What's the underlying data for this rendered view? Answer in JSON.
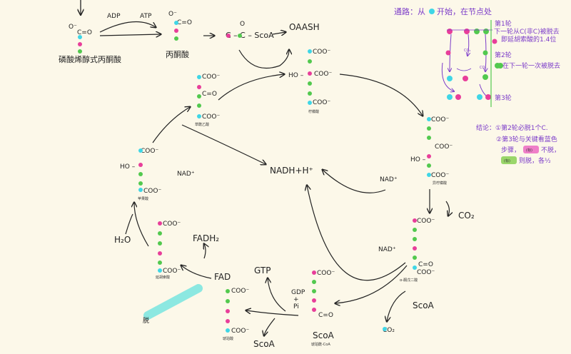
{
  "colors": {
    "paper": "#fcf8e9",
    "ink": "#222222",
    "pink": "#e83e9a",
    "green": "#52c94e",
    "cyan": "#3fd6e6",
    "purple": "#7c3cc9",
    "highlight_cyan": "#7fe6e0",
    "highlight_pink": "#ef7fc8",
    "highlight_green": "#9ad66a"
  },
  "top": {
    "atp_adp": {
      "adp": "ADP",
      "atp": "ATP"
    },
    "phosphoenolpyruvate": {
      "label": "磷酸烯醇式丙酮酸",
      "o_minus": "O⁻",
      "c_o": "C=O"
    },
    "pyruvate": {
      "label": "丙酮酸",
      "o_minus": "O⁻",
      "c_o": "C=O"
    },
    "acetyl_coa": {
      "o": "O",
      "scoa": "C – C – ScoA"
    },
    "oaash": "OAASH"
  },
  "cycle": {
    "oaa": {
      "coo_top": "COO⁻",
      "c_o": "C=O",
      "coo_bot": "COO⁻",
      "name": "草酰乙酸"
    },
    "citrate": {
      "ho": "HO –",
      "coo_top": "COO⁻",
      "coo_mid": "COO⁻",
      "coo_bot": "COO⁻",
      "name": "柠檬酸"
    },
    "isocitrate": {
      "ho": "HO –",
      "coo_top": "COO⁻",
      "coo_mid": "COO⁻",
      "coo_bot": "COO⁻",
      "name": "异柠檬酸"
    },
    "akg": {
      "coo_top": "COO⁻",
      "c_o": "C=O",
      "coo_bot": "COO⁻",
      "name": "α-酮戊二酸"
    },
    "succinyl_coa": {
      "coo_top": "COO⁻",
      "c_o": "C=O",
      "scoa": "ScoA",
      "name": "琥珀酰-CoA"
    },
    "succinate": {
      "coo_top": "COO⁻",
      "coo_bot": "COO⁻",
      "name": "琥珀酸"
    },
    "fumarate": {
      "coo_top": "COO⁻",
      "coo_bot": "COO⁻",
      "name": "延胡索酸"
    },
    "malate": {
      "ho": "HO –",
      "coo_top": "COO⁻",
      "coo_bot": "COO⁻",
      "name": "苹果酸"
    }
  },
  "labels": {
    "nad_plus_left": "NAD⁺",
    "nadh": "NADH+H⁺",
    "nad_plus_right": "NAD⁺",
    "nad_plus_lower": "NAD⁺",
    "co2_right": "CO₂",
    "co2_bottom": "CO₂",
    "scoa_right": "ScoA",
    "scoa_bottom": "ScoA",
    "gtp": "GTP",
    "gdp_pi": [
      "GDP",
      "+",
      "Pi"
    ],
    "fad": "FAD",
    "fadh2": "FADH₂",
    "h2o": "H₂O",
    "highlight_label": "脱"
  },
  "notes": {
    "title": "通路：从",
    "title_suffix": "开始，在节点处",
    "round1": "第1轮",
    "round1_text": [
      "下一轮从C(非C)被脱去",
      "即延胡索酸的1.4位"
    ],
    "round2": "第2轮",
    "round2_text": "在下一轮一次被脱去",
    "round3": "第3轮",
    "co2_a": "CO₂",
    "co2_b": "CO₂",
    "conclusion": [
      "结论：①第2轮必脱1个C.",
      "②第3轮与关键看蓝色",
      "步骤，",
      "不脱，",
      "则脱，各½"
    ],
    "tag_pink": "(标)",
    "tag_green": "(标)"
  }
}
